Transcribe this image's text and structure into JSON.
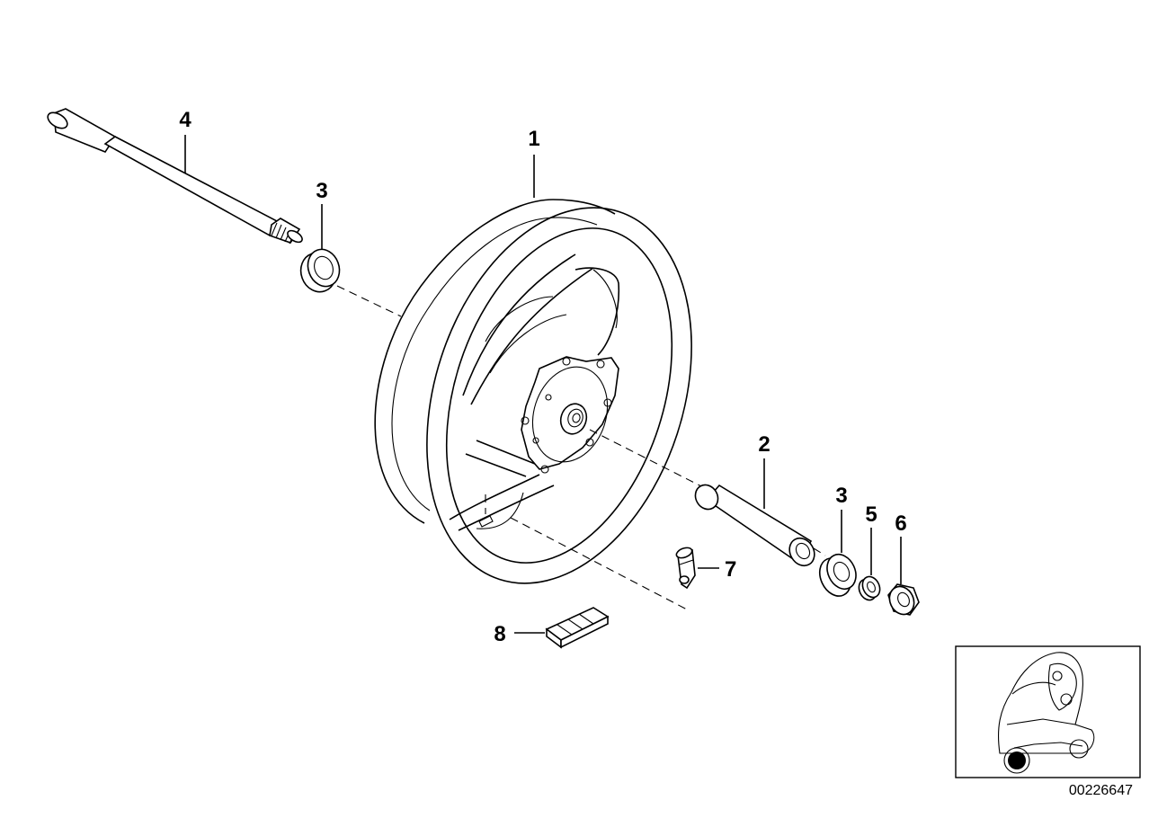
{
  "callouts": {
    "c1": "1",
    "c2": "2",
    "c3a": "3",
    "c3b": "3",
    "c4": "4",
    "c5": "5",
    "c6": "6",
    "c7": "7",
    "c8": "8"
  },
  "reference_number": "00226647",
  "parts": [
    {
      "number": "1",
      "part": "wheel"
    },
    {
      "number": "2",
      "part": "spacer-sleeve"
    },
    {
      "number": "3",
      "part": "bearing"
    },
    {
      "number": "4",
      "part": "axle"
    },
    {
      "number": "5",
      "part": "washer"
    },
    {
      "number": "6",
      "part": "nut"
    },
    {
      "number": "7",
      "part": "valve"
    },
    {
      "number": "8",
      "part": "balance-weight"
    }
  ]
}
